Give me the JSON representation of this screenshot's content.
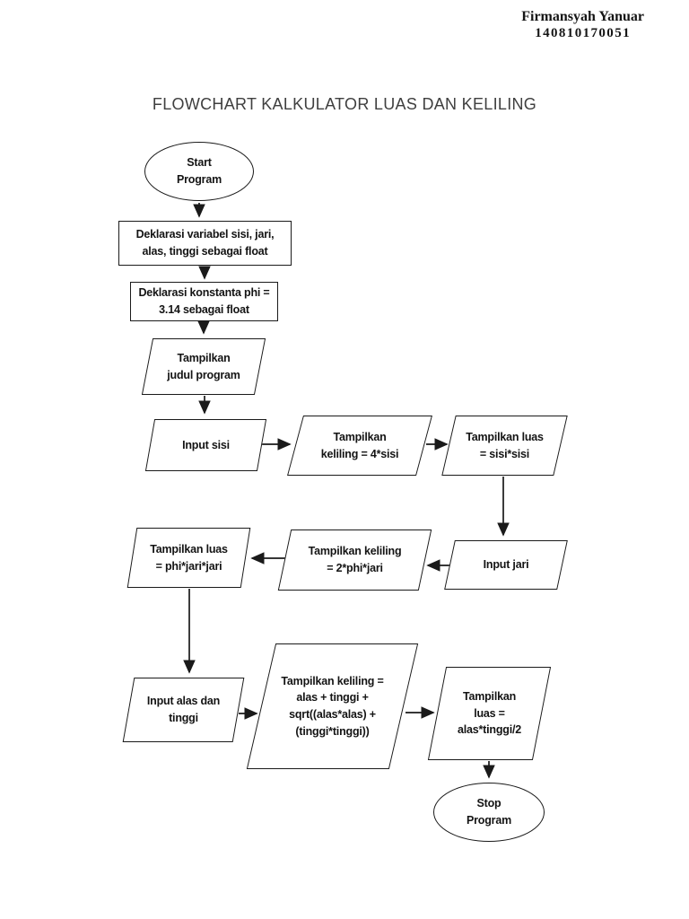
{
  "header": {
    "author_name": "Firmansyah Yanuar",
    "author_id": "140810170051"
  },
  "title": "FLOWCHART KALKULATOR LUAS DAN KELILING",
  "flowchart": {
    "nodes": {
      "start": {
        "type": "terminator",
        "label": "Start\nProgram"
      },
      "declare_variables": {
        "type": "process",
        "label": "Deklarasi variabel sisi, jari,\nalas, tinggi sebagai float"
      },
      "declare_constant": {
        "type": "process",
        "label": "Deklarasi konstanta phi =\n3.14 sebagai float"
      },
      "show_title": {
        "type": "io",
        "label": "Tampilkan\njudul program"
      },
      "input_sisi": {
        "type": "io",
        "label": "Input sisi"
      },
      "show_keliling_persegi": {
        "type": "io",
        "label": "Tampilkan\nkeliling = 4*sisi"
      },
      "show_luas_persegi": {
        "type": "io",
        "label": "Tampilkan luas\n= sisi*sisi"
      },
      "input_jari": {
        "type": "io",
        "label": "Input jari"
      },
      "show_keliling_lingkaran": {
        "type": "io",
        "label": "Tampilkan keliling\n= 2*phi*jari"
      },
      "show_luas_lingkaran": {
        "type": "io",
        "label": "Tampilkan luas\n= phi*jari*jari"
      },
      "input_alas_tinggi": {
        "type": "io",
        "label": "Input alas dan\ntinggi"
      },
      "show_keliling_segitiga": {
        "type": "io",
        "label": "Tampilkan keliling =\nalas + tinggi +\nsqrt((alas*alas) +\n(tinggi*tinggi))"
      },
      "show_luas_segitiga": {
        "type": "io",
        "label": "Tampilkan\nluas =\nalas*tinggi/2"
      },
      "stop": {
        "type": "terminator",
        "label": "Stop\nProgram"
      }
    }
  }
}
